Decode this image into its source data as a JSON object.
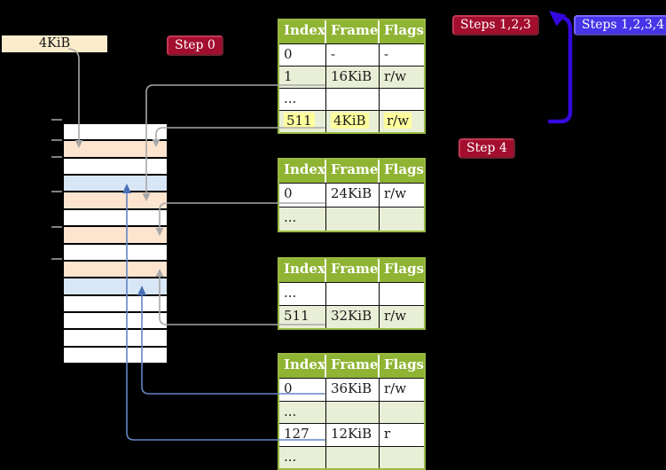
{
  "labels": {
    "frame_box": "4KiB",
    "step0": "Step 0",
    "steps123": "Steps 1,2,3",
    "steps1234": "Steps 1,2,3,4",
    "step4": "Step 4"
  },
  "colors": {
    "bg": "#000000",
    "badge_red": "#a30d2e",
    "badge_blue": "#4634e8",
    "arrow_blue": "#3508dd",
    "connector_gray": "#a8a8a8",
    "connector_blue": "#6286c5",
    "connector_blue_head": "#4a70b8",
    "table_header_green": "#8fb433",
    "table_row_green": "#e9efd6",
    "table_border_green": "#9ab944",
    "highlight_yellow": "#ffff9e",
    "mem_peach": "#fce4cf",
    "mem_blue": "#d9e6f6",
    "frame_box_cream": "#fbeccb",
    "tick_gray": "#7f7f7f"
  },
  "page_tables": [
    {
      "name": "level-table-1",
      "headers": [
        "Index",
        "Frame",
        "Flags"
      ],
      "rows": [
        {
          "cells": [
            "0",
            "-",
            "-"
          ],
          "shaded": false,
          "highlighted": false
        },
        {
          "cells": [
            "1",
            "16KiB",
            "r/w"
          ],
          "shaded": true,
          "highlighted": false
        },
        {
          "cells": [
            "...",
            "",
            ""
          ],
          "shaded": false,
          "highlighted": false
        },
        {
          "cells": [
            "511",
            "4KiB",
            "r/w"
          ],
          "shaded": true,
          "highlighted": true
        }
      ]
    },
    {
      "name": "level-table-2",
      "headers": [
        "Index",
        "Frame",
        "Flags"
      ],
      "rows": [
        {
          "cells": [
            "0",
            "24KiB",
            "r/w"
          ],
          "shaded": false,
          "highlighted": false
        },
        {
          "cells": [
            "...",
            "",
            ""
          ],
          "shaded": true,
          "highlighted": false
        }
      ]
    },
    {
      "name": "level-table-3",
      "headers": [
        "Index",
        "Frame",
        "Flags"
      ],
      "rows": [
        {
          "cells": [
            "...",
            "",
            ""
          ],
          "shaded": false,
          "highlighted": false
        },
        {
          "cells": [
            "511",
            "32KiB",
            "r/w"
          ],
          "shaded": true,
          "highlighted": false
        }
      ]
    },
    {
      "name": "level-table-4",
      "headers": [
        "Index",
        "Frame",
        "Flags"
      ],
      "rows": [
        {
          "cells": [
            "0",
            "36KiB",
            "r/w"
          ],
          "shaded": false,
          "highlighted": false
        },
        {
          "cells": [
            "...",
            "",
            ""
          ],
          "shaded": true,
          "highlighted": false
        },
        {
          "cells": [
            "127",
            "12KiB",
            "r"
          ],
          "shaded": false,
          "highlighted": false
        },
        {
          "cells": [
            "...",
            "",
            ""
          ],
          "shaded": true,
          "highlighted": false
        }
      ]
    }
  ],
  "memory": {
    "rows": [
      "white",
      "peach",
      "white",
      "blue",
      "peach",
      "white",
      "peach",
      "white",
      "peach",
      "blue",
      "white",
      "white",
      "white",
      "white"
    ],
    "tick_ys": [
      134,
      157,
      176,
      215,
      255,
      291
    ]
  }
}
